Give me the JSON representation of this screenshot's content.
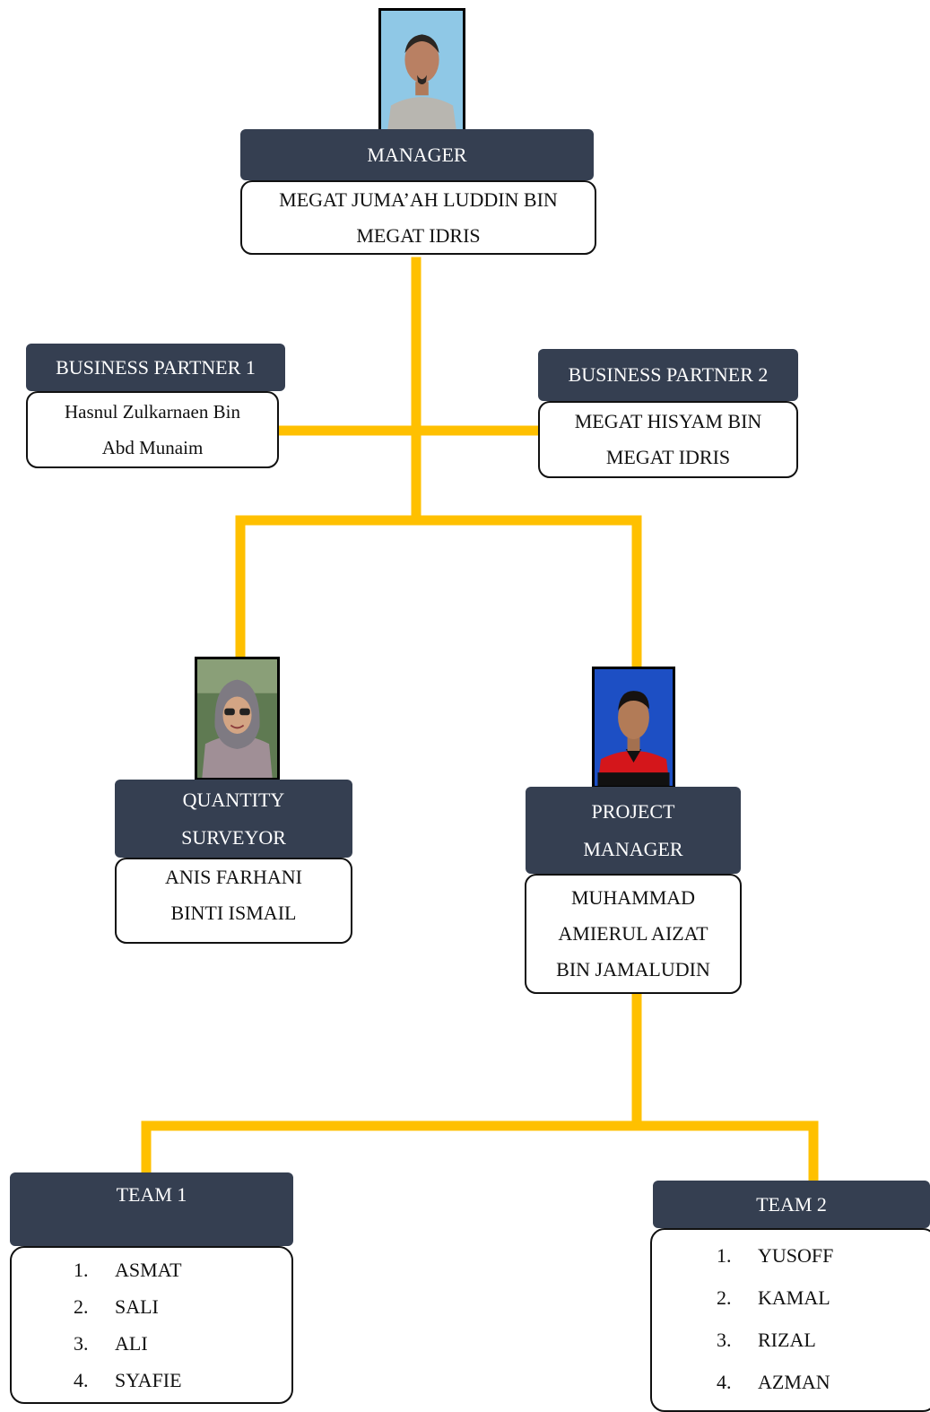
{
  "colors": {
    "connector": "#ffc000",
    "title_fill": "#353f51",
    "title_text": "#ffffff"
  },
  "manager": {
    "title": "MANAGER",
    "name_line1": "MEGAT JUMA’AH LUDDIN BIN",
    "name_line2": "MEGAT IDRIS",
    "photo_icon": "portrait-photo"
  },
  "business_partner_1": {
    "title": "BUSINESS PARTNER 1",
    "name_line1": "Hasnul Zulkarnaen Bin",
    "name_line2": "Abd Munaim"
  },
  "business_partner_2": {
    "title": "BUSINESS PARTNER 2",
    "name_line1": "MEGAT HISYAM BIN",
    "name_line2": "MEGAT IDRIS"
  },
  "quantity_surveyor": {
    "title_line1": "QUANTITY",
    "title_line2": "SURVEYOR",
    "name_line1": "ANIS FARHANI",
    "name_line2": "BINTI ISMAIL",
    "photo_icon": "portrait-photo"
  },
  "project_manager": {
    "title_line1": "PROJECT",
    "title_line2": "MANAGER",
    "name_line1": "MUHAMMAD",
    "name_line2": "AMIERUL AIZAT",
    "name_line3": "BIN JAMALUDIN",
    "photo_icon": "portrait-photo"
  },
  "team_1": {
    "title": "TEAM 1",
    "members": [
      {
        "num": "1.",
        "name": "ASMAT"
      },
      {
        "num": "2.",
        "name": "SALI"
      },
      {
        "num": "3.",
        "name": "ALI"
      },
      {
        "num": "4.",
        "name": "SYAFIE"
      }
    ]
  },
  "team_2": {
    "title": "TEAM 2",
    "members": [
      {
        "num": "1.",
        "name": "YUSOFF"
      },
      {
        "num": "2.",
        "name": "KAMAL"
      },
      {
        "num": "3.",
        "name": "RIZAL"
      },
      {
        "num": "4.",
        "name": "AZMAN"
      }
    ]
  }
}
